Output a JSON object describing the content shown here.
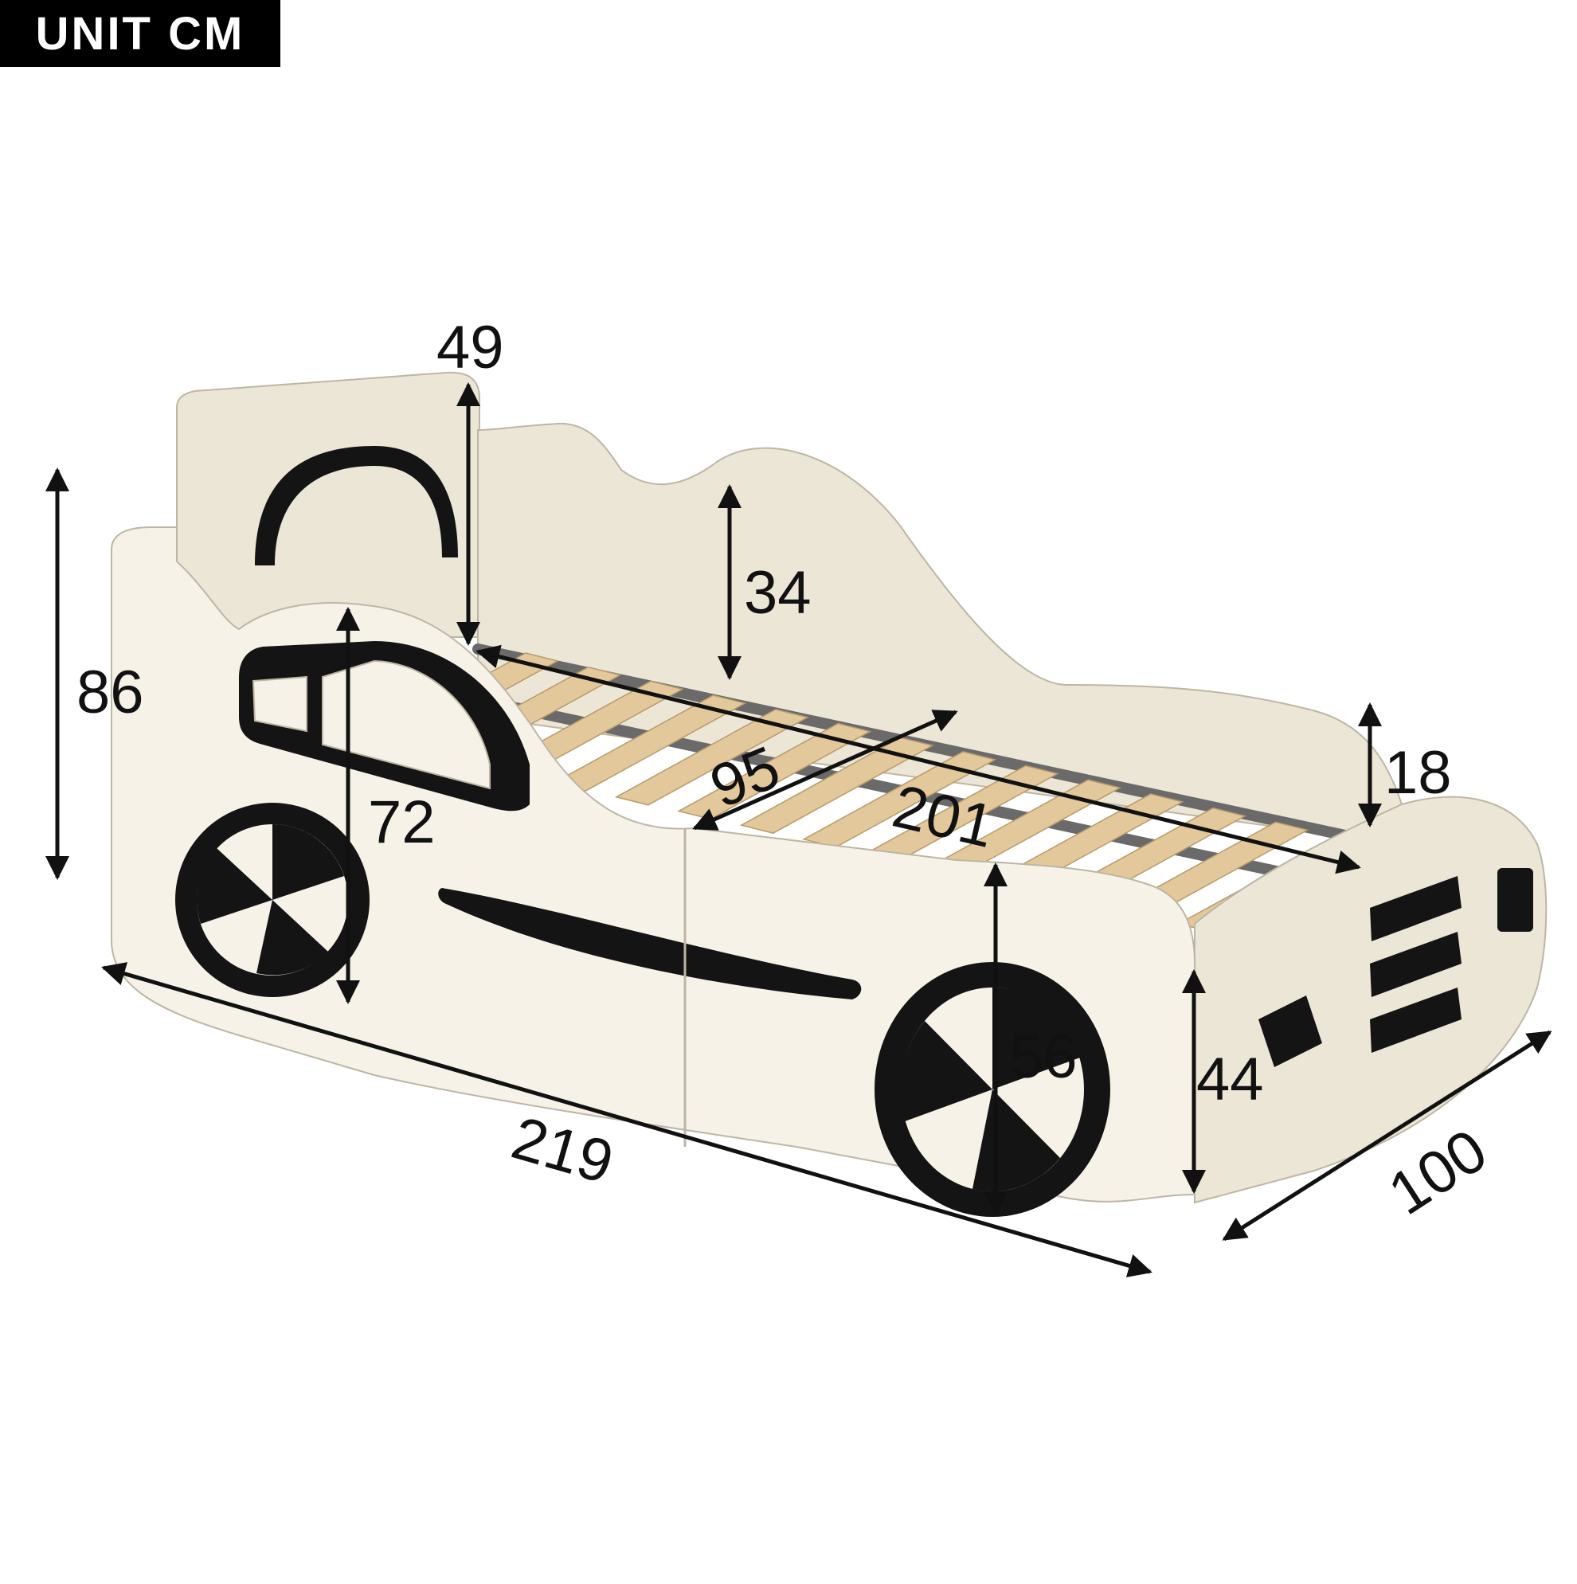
{
  "unit_label": "UNIT CM",
  "colors": {
    "upholstery": "#f6f2e8",
    "accent": "#141414",
    "slats": "#e3c89c",
    "rails": "#6a6a6a"
  },
  "dimensions": {
    "headboard_height": "49",
    "total_height": "86",
    "side_wall_height": "34",
    "front_height": "72",
    "slat_width": "95",
    "mattress_length": "201",
    "rail_height": "18",
    "wheel_height": "56",
    "footboard_height": "44",
    "total_length": "219",
    "total_width": "100"
  }
}
